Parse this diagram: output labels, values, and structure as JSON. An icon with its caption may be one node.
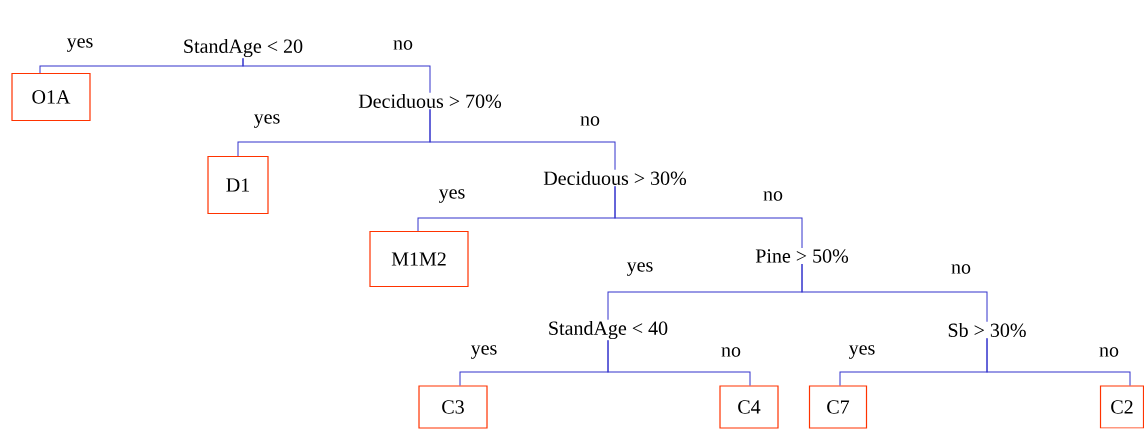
{
  "diagram": {
    "nodes": [
      {
        "text": [
          "StandAge < 20"
        ]
      },
      {
        "text": [
          "O1A"
        ]
      },
      {
        "text": [
          "Deciduous > 70%"
        ]
      },
      {
        "text": [
          "D1"
        ]
      },
      {
        "text": [
          "Deciduous > 30%"
        ]
      },
      {
        "text": [
          "M1M2"
        ]
      },
      {
        "text": [
          "Pine > 50%"
        ]
      },
      {
        "text": [
          "StandAge < 40"
        ]
      },
      {
        "text": [
          "Sb > 30%"
        ]
      },
      {
        "text": [
          "C3"
        ]
      },
      {
        "text": [
          "C4"
        ]
      },
      {
        "text": [
          "C7"
        ]
      },
      {
        "text": [
          "C2"
        ]
      }
    ],
    "edges": [
      {
        "from": 0,
        "to": 1,
        "arrow": "none",
        "label": "yes"
      },
      {
        "from": 0,
        "to": 2,
        "arrow": "none",
        "label": "no"
      },
      {
        "from": 2,
        "to": 3,
        "arrow": "none",
        "label": "yes"
      },
      {
        "from": 2,
        "to": 4,
        "arrow": "none",
        "label": "no"
      },
      {
        "from": 4,
        "to": 5,
        "arrow": "none",
        "label": "yes"
      },
      {
        "from": 4,
        "to": 6,
        "arrow": "none",
        "label": "no"
      },
      {
        "from": 6,
        "to": 7,
        "arrow": "none",
        "label": "yes"
      },
      {
        "from": 6,
        "to": 8,
        "arrow": "none",
        "label": "no"
      },
      {
        "from": 7,
        "to": 9,
        "arrow": "none",
        "label": "yes"
      },
      {
        "from": 7,
        "to": 10,
        "arrow": "none",
        "label": "no"
      },
      {
        "from": 8,
        "to": 11,
        "arrow": "none",
        "label": "yes"
      },
      {
        "from": 8,
        "to": 12,
        "arrow": "none",
        "label": "no"
      }
    ]
  }
}
